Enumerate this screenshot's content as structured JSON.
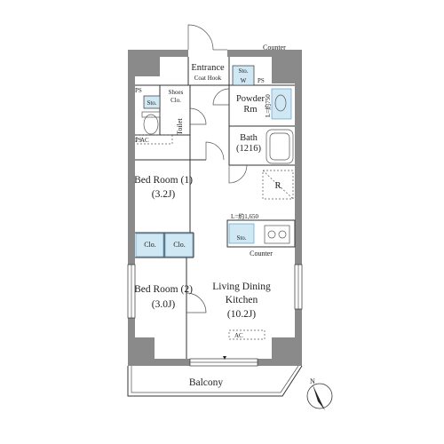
{
  "rooms": {
    "entrance": "Entrance",
    "coat_hook": "Coat Hook",
    "sto_w_top": "Sto.",
    "sto_w_bottom": "W",
    "counter_top": "Counter",
    "ps_top": "PS",
    "ps_left": "PS",
    "ps_left2": "PS",
    "shoes_clo_line1": "Shoes",
    "shoes_clo_line2": "Clo.",
    "sto_left": "Sto.",
    "toilet": "Toilet",
    "powder_line1": "Powder",
    "powder_line2": "Rm",
    "powder_dim": "L=約750",
    "bath": "Bath",
    "bath_size": "(1216)",
    "ac_left": "AC",
    "refrigerator": "R",
    "bedroom1": "Bed Room (1)",
    "bedroom1_size": "(3.2J)",
    "clo_a": "Clo.",
    "clo_b": "Clo.",
    "kitchen_dim": "L=約1,650",
    "kitchen_sto": "Sto.",
    "counter_kitchen": "Counter",
    "bedroom2": "Bed Room (2)",
    "bedroom2_size": "(3.0J)",
    "ldk_line1": "Living Dining",
    "ldk_line2": "Kitchen",
    "ldk_size": "(10.2J)",
    "ac_ldk": "AC",
    "balcony": "Balcony",
    "north": "N"
  }
}
